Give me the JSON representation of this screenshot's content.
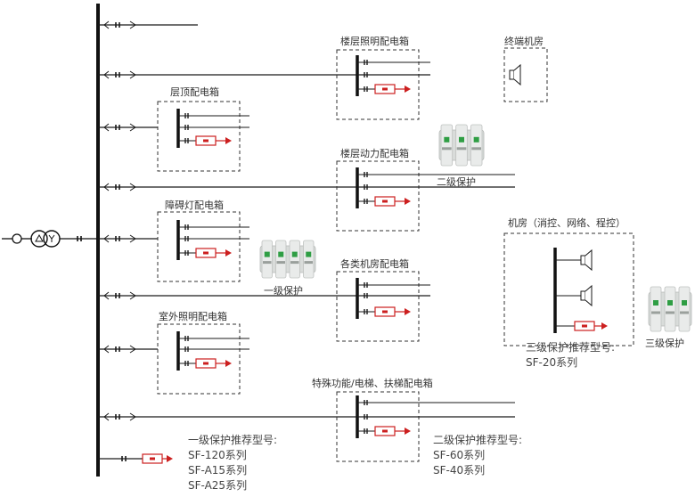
{
  "boxes": {
    "roof": "层顶配电箱",
    "obstacle_light": "障碍灯配电箱",
    "outdoor_light": "室外照明配电箱",
    "floor_light": "楼层照明配电箱",
    "floor_power": "楼层动力配电箱",
    "machine_rooms": "各类机房配电箱",
    "special": "特殊功能/电梯、扶梯配电箱",
    "terminal_room": "终端机房",
    "control_room": "机房（消控、网络、程控）"
  },
  "protection": {
    "level1": "一级保护",
    "level2": "二级保护",
    "level3": "三级保护"
  },
  "recommendations": {
    "level1": {
      "title": "一级保护推荐型号:",
      "models": [
        "SF-120系列",
        "SF-A15系列",
        "SF-A25系列"
      ]
    },
    "level2": {
      "title": "二级保护推荐型号:",
      "models": [
        "SF-60系列",
        "SF-40系列"
      ]
    },
    "level3": {
      "title": "三级保护推荐型号:",
      "models": [
        "SF-20系列"
      ]
    }
  },
  "colors": {
    "line": "#1a1a1a",
    "dashed": "#333333",
    "accent": "#cc1f1f",
    "device": "#d9dcda"
  },
  "icons": [
    "transformer-icon",
    "breaker-icon",
    "spd-device-icon",
    "speaker-icon",
    "protector-icon"
  ]
}
